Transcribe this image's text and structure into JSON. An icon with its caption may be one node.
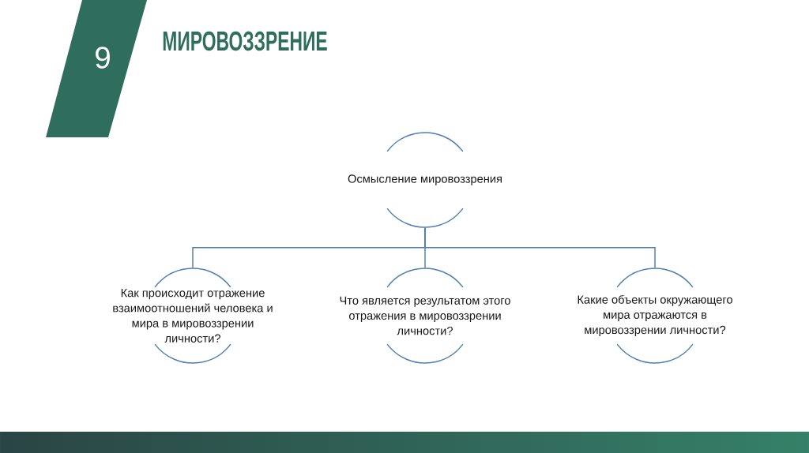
{
  "diagram": {
    "title": "МИРОВОЗЗРЕНИЕ",
    "nodes": [
      {
        "text": [
          "Осмысление мировоззрения"
        ]
      },
      {
        "text": [
          "Как происходит отражение взаимоотношений человека и мира в мировоззрении личности?"
        ]
      },
      {
        "text": [
          "Что является результатом этого отражения в мировоззрении личности?"
        ]
      },
      {
        "text": [
          "Какие объекты окружающего мира отражаются в мировоззрении личности?"
        ]
      }
    ],
    "edges": [
      {
        "from": 0,
        "to": 1,
        "arrow": "none"
      },
      {
        "from": 0,
        "to": 2,
        "arrow": "none"
      },
      {
        "from": 0,
        "to": 3,
        "arrow": "none"
      }
    ],
    "labels": [
      "9"
    ]
  }
}
